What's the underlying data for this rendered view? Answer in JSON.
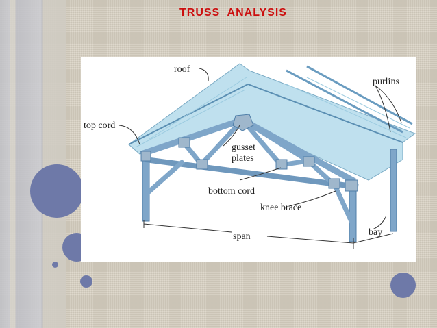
{
  "slide": {
    "title": "TRUSS  ANALYSIS",
    "accent_color": "#cc0f0f",
    "circle_color": "#6e79a8"
  },
  "diagram": {
    "labels": {
      "roof": "roof",
      "purlins": "purlins",
      "top_cord": "top cord",
      "gusset_plates_line1": "gusset",
      "gusset_plates_line2": "plates",
      "bottom_cord": "bottom cord",
      "knee_brace": "knee brace",
      "span": "span",
      "bay": "bay"
    },
    "colors": {
      "roof": "#bfe0ee",
      "steel": "#7fa6c9",
      "steel_dark": "#4f7ea8",
      "plate": "#9fb7cc"
    }
  }
}
